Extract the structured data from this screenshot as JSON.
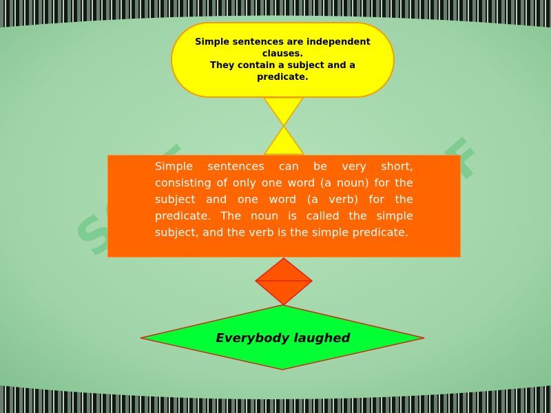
{
  "colors": {
    "panel": "#9fd4a8",
    "terminator_fill": "#ffff00",
    "process_fill": "#ff6600",
    "decision_fill": "#00ff33",
    "connector_red": "#e0201a",
    "watermark": "#4fbf72"
  },
  "watermark": {
    "text": "SOFF"
  },
  "flowchart": {
    "terminator": {
      "text": "Simple sentences are independent clauses.\nThey contain a subject and a predicate."
    },
    "process": {
      "text": "Simple sentences can be very short, consisting of only one word (a noun) for the subject and one word (a verb) for the predicate. The noun is called the simple subject, and the verb is the simple predicate."
    },
    "decision": {
      "text": "Everybody laughed"
    }
  }
}
